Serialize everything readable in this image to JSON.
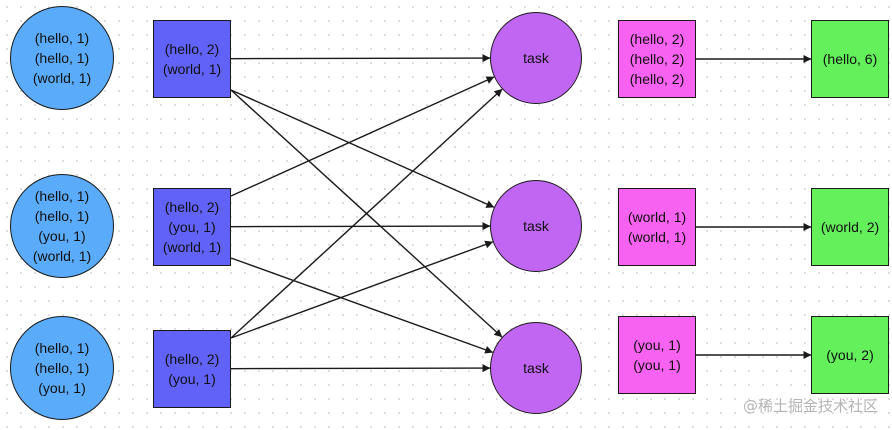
{
  "colors": {
    "input_circle": "#5aabfa",
    "map_box": "#6062f8",
    "task_circle": "#c066f2",
    "shuffle_box": "#f862f0",
    "result_box": "#63f05a",
    "edge": "#1a1a1a"
  },
  "nodes": [
    {
      "id": "in1",
      "kind": "input",
      "lines": [
        "(hello, 1)",
        "(hello, 1)",
        "(world, 1)"
      ]
    },
    {
      "id": "in2",
      "kind": "input",
      "lines": [
        "(hello, 1)",
        "(hello, 1)",
        "(you, 1)",
        "(world, 1)"
      ]
    },
    {
      "id": "in3",
      "kind": "input",
      "lines": [
        "(hello, 1)",
        "(hello, 1)",
        "(you, 1)"
      ]
    },
    {
      "id": "m1",
      "kind": "map",
      "lines": [
        "(hello, 2)",
        "(world, 1)"
      ]
    },
    {
      "id": "m2",
      "kind": "map",
      "lines": [
        "(hello, 2)",
        "(you, 1)",
        "(world, 1)"
      ]
    },
    {
      "id": "m3",
      "kind": "map",
      "lines": [
        "(hello, 2)",
        "(you, 1)"
      ]
    },
    {
      "id": "t1",
      "kind": "task",
      "lines": [
        "task"
      ]
    },
    {
      "id": "t2",
      "kind": "task",
      "lines": [
        "task"
      ]
    },
    {
      "id": "t3",
      "kind": "task",
      "lines": [
        "task"
      ]
    },
    {
      "id": "s1",
      "kind": "shuffle",
      "lines": [
        "(hello, 2)",
        "(hello, 2)",
        "(hello, 2)"
      ]
    },
    {
      "id": "s2",
      "kind": "shuffle",
      "lines": [
        "(world, 1)",
        "(world, 1)"
      ]
    },
    {
      "id": "s3",
      "kind": "shuffle",
      "lines": [
        "(you, 1)",
        "(you, 1)"
      ]
    },
    {
      "id": "r1",
      "kind": "result",
      "lines": [
        "(hello, 6)"
      ]
    },
    {
      "id": "r2",
      "kind": "result",
      "lines": [
        "(world, 2)"
      ]
    },
    {
      "id": "r3",
      "kind": "result",
      "lines": [
        "(you, 2)"
      ]
    }
  ],
  "edges": [
    {
      "from": "m1",
      "to": "t1"
    },
    {
      "from": "m1",
      "to": "t2"
    },
    {
      "from": "m1",
      "to": "t3"
    },
    {
      "from": "m2",
      "to": "t1"
    },
    {
      "from": "m2",
      "to": "t2"
    },
    {
      "from": "m2",
      "to": "t3"
    },
    {
      "from": "m3",
      "to": "t1"
    },
    {
      "from": "m3",
      "to": "t2"
    },
    {
      "from": "m3",
      "to": "t3"
    },
    {
      "from": "s1",
      "to": "r1"
    },
    {
      "from": "s2",
      "to": "r2"
    },
    {
      "from": "s3",
      "to": "r3"
    }
  ],
  "watermark": "@稀土掘金技术社区"
}
